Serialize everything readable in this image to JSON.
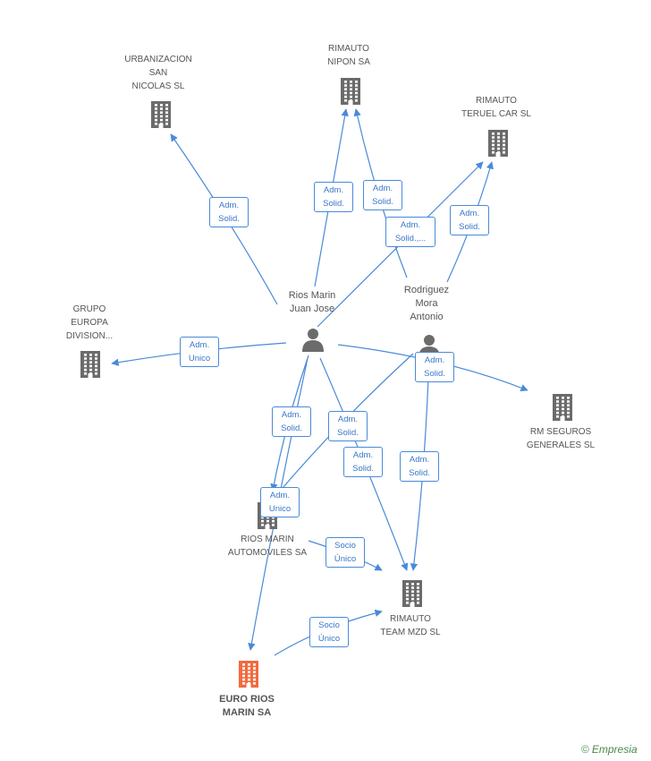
{
  "nodes": {
    "urbanizacion": {
      "label": "URBANIZACION\nSAN\nNICOLAS SL",
      "type": "company",
      "icon": "building-icon"
    },
    "rimauto_nipon": {
      "label": "RIMAUTO\nNIPON SA",
      "type": "company",
      "icon": "building-icon"
    },
    "rimauto_teruel": {
      "label": "RIMAUTO\nTERUEL CAR  SL",
      "type": "company",
      "icon": "building-icon"
    },
    "rios_marin": {
      "label": "Rios Marin\nJuan Jose",
      "type": "person",
      "icon": "person-icon"
    },
    "rodriguez": {
      "label": "Rodriguez\nMora\nAntonio",
      "type": "person",
      "icon": "person-icon"
    },
    "grupo_europa": {
      "label": "GRUPO\nEUROPA\nDIVISION...",
      "type": "company",
      "icon": "building-icon"
    },
    "rm_seguros": {
      "label": "RM SEGUROS\nGENERALES SL",
      "type": "company",
      "icon": "building-icon"
    },
    "rios_marin_auto": {
      "label": "RIOS MARIN\nAUTOMOVILES SA",
      "type": "company",
      "icon": "building-icon"
    },
    "rimauto_team": {
      "label": "RIMAUTO\nTEAM MZD SL",
      "type": "company",
      "icon": "building-icon"
    },
    "euro_rios": {
      "label": "EURO RIOS\nMARIN SA",
      "type": "focus-company",
      "icon": "building-icon"
    }
  },
  "edges": [
    {
      "from": "rios_marin",
      "to": "urbanizacion",
      "label": "Adm.\nSolid."
    },
    {
      "from": "rios_marin",
      "to": "rimauto_nipon",
      "label": "Adm.\nSolid."
    },
    {
      "from": "rodriguez",
      "to": "rimauto_nipon",
      "label": "Adm.\nSolid."
    },
    {
      "from": "rios_marin",
      "to": "rimauto_teruel",
      "label": "Adm.\nSolid.,..."
    },
    {
      "from": "rodriguez",
      "to": "rimauto_teruel",
      "label": "Adm.\nSolid."
    },
    {
      "from": "rios_marin",
      "to": "grupo_europa",
      "label": "Adm.\nUnico"
    },
    {
      "from": "rios_marin",
      "to": "rm_seguros",
      "label": "Adm.\nSolid."
    },
    {
      "from": "rios_marin",
      "to": "rios_marin_auto",
      "label": "Adm.\nSolid."
    },
    {
      "from": "rodriguez",
      "to": "rios_marin_auto",
      "label": "Adm.\nSolid."
    },
    {
      "from": "rios_marin",
      "to": "rimauto_team",
      "label": "Adm.\nSolid."
    },
    {
      "from": "rodriguez",
      "to": "rimauto_team",
      "label": "Adm.\nSolid."
    },
    {
      "from": "rios_marin",
      "to": "euro_rios",
      "label": "Adm.\nUnico"
    },
    {
      "from": "rios_marin_auto",
      "to": "rimauto_team",
      "label": "Socio\nÚnico"
    },
    {
      "from": "euro_rios",
      "to": "rimauto_team",
      "label": "Socio\nÚnico"
    }
  ],
  "colors": {
    "edge": "#4a8ad8",
    "icon": "#6b6b6b",
    "focus": "#f26a3d",
    "badge_text": "#3a78c8"
  },
  "brand": {
    "symbol": "©",
    "name": "Empresia"
  }
}
